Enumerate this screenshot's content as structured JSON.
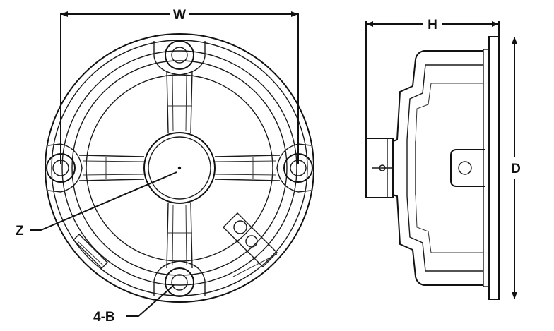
{
  "labels": {
    "width": "W",
    "height": "H",
    "depth": "D",
    "center": "Z",
    "bolt_holes": "4-B"
  },
  "colors": {
    "line": "#111111",
    "background": "#ffffff"
  }
}
